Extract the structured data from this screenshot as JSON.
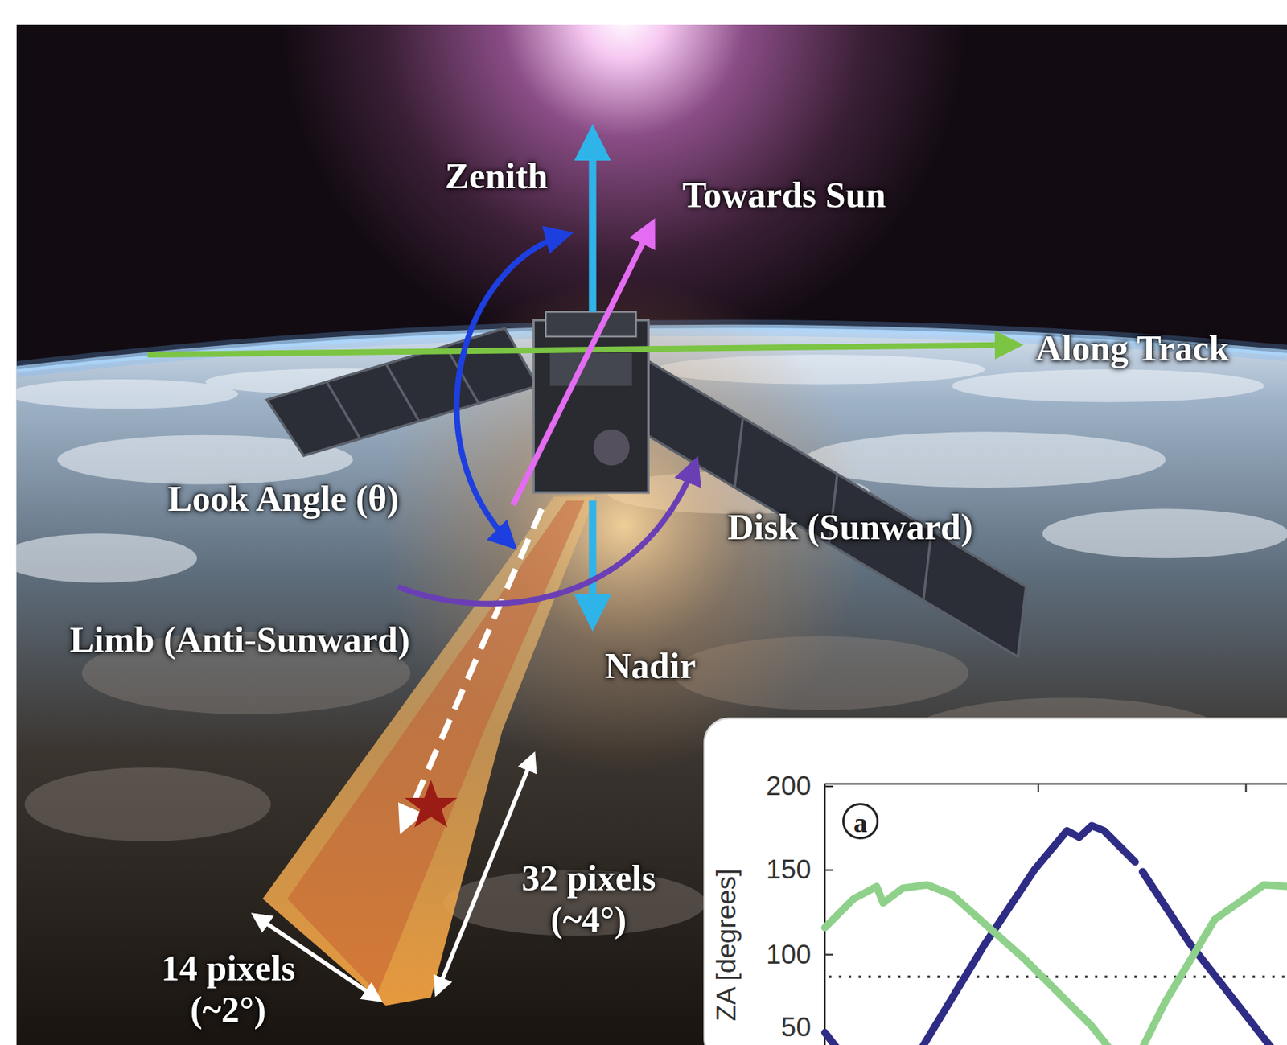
{
  "diagram": {
    "labels": [
      "Zenith",
      "Towards Sun",
      "Along Track",
      "Look Angle (θ)",
      "Disk (Sunward)",
      "Limb (Anti-Sunward)",
      "Nadir",
      "32 pixels (~4°)",
      "14 pixels (~2°)",
      "200",
      "150",
      "100",
      "50",
      "a",
      "ZA [degrees]"
    ]
  }
}
